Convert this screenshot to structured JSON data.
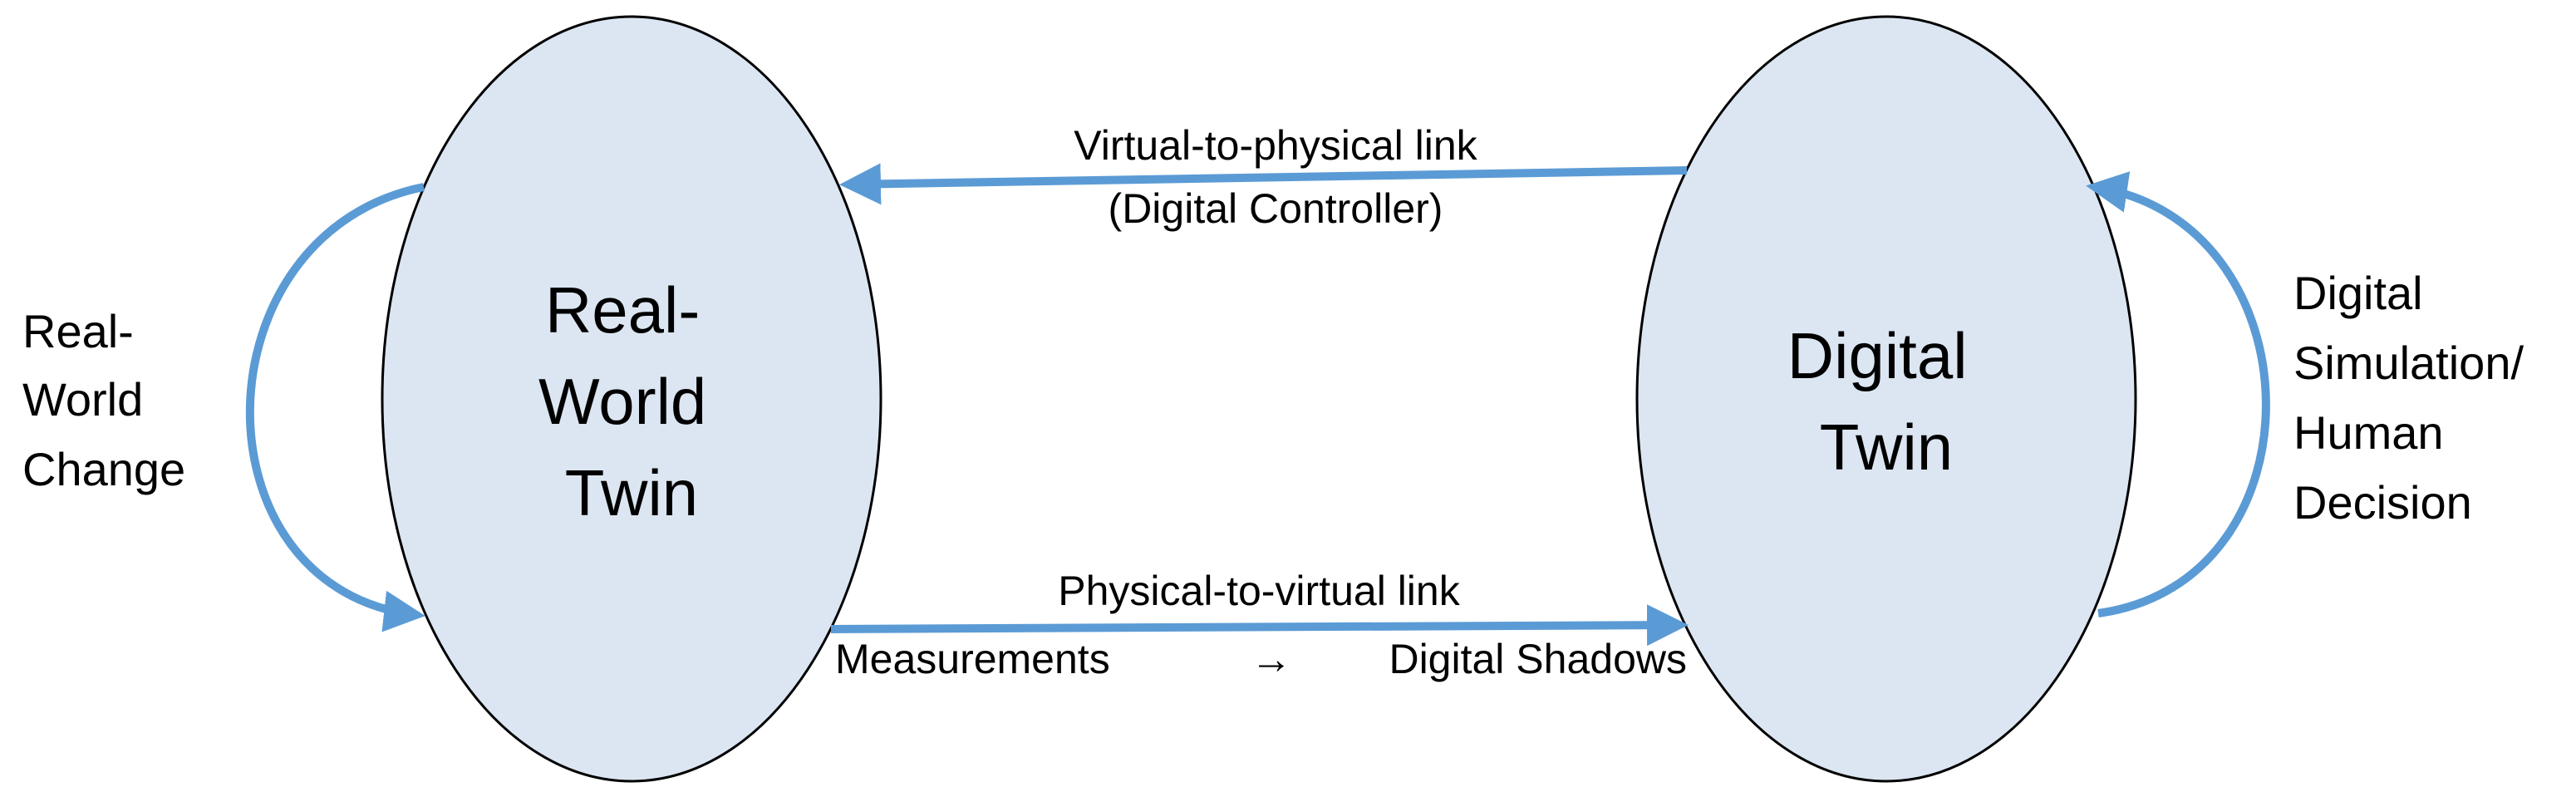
{
  "colors": {
    "ellipse_fill": "#dce6f2",
    "ellipse_stroke": "#000000",
    "arrow": "#5b9bd5",
    "text": "#000000"
  },
  "nodes": {
    "real_world_twin": {
      "label_lines": [
        "Real-",
        "World",
        "Twin"
      ]
    },
    "digital_twin": {
      "label_lines": [
        "Digital",
        "Twin"
      ]
    }
  },
  "edges": {
    "virtual_to_physical": {
      "label": "Virtual-to-physical link",
      "sublabel": "(Digital Controller)"
    },
    "physical_to_virtual": {
      "label": "Physical-to-virtual link",
      "measurements": "Measurements",
      "arrow_glyph": "→",
      "digital_shadows": "Digital Shadows"
    }
  },
  "loops": {
    "real_world_change": {
      "label_lines": [
        "Real-",
        "World",
        "Change"
      ]
    },
    "digital_simulation": {
      "label_lines": [
        "Digital",
        "Simulation/",
        "Human",
        "Decision"
      ]
    }
  }
}
